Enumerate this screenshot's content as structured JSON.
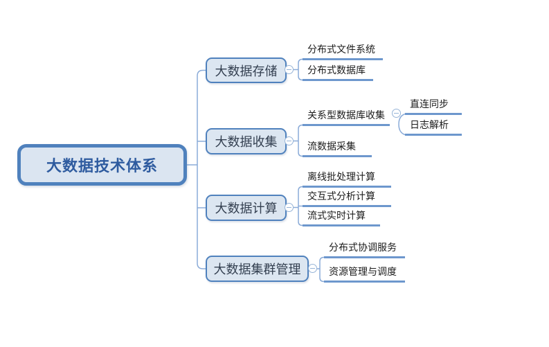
{
  "root": {
    "label": "大数据技术体系"
  },
  "branches": [
    {
      "label": "大数据存储",
      "children": [
        {
          "label": "分布式文件系统"
        },
        {
          "label": "分布式数据库"
        }
      ]
    },
    {
      "label": "大数据收集",
      "children": [
        {
          "label": "关系型数据库收集",
          "children": [
            {
              "label": "直连同步"
            },
            {
              "label": "日志解析"
            }
          ]
        },
        {
          "label": "流数据采集"
        }
      ]
    },
    {
      "label": "大数据计算",
      "children": [
        {
          "label": "离线批处理计算"
        },
        {
          "label": "交互式分析计算"
        },
        {
          "label": "流式实时计算"
        }
      ]
    },
    {
      "label": "大数据集群管理",
      "children": [
        {
          "label": "分布式协调服务"
        },
        {
          "label": "资源管理与调度"
        }
      ]
    }
  ],
  "icons": {
    "collapse": "minus-circle"
  },
  "colors": {
    "topic_border": "#4f81bd",
    "topic_fill": "#dce6f1",
    "root_text": "#2e5b9f",
    "topic_text": "#333f50",
    "leaf_text": "#1b1b1b",
    "underline": "#6d97cd",
    "connector": "#8aabd8",
    "toggle": "#95b3d7"
  }
}
